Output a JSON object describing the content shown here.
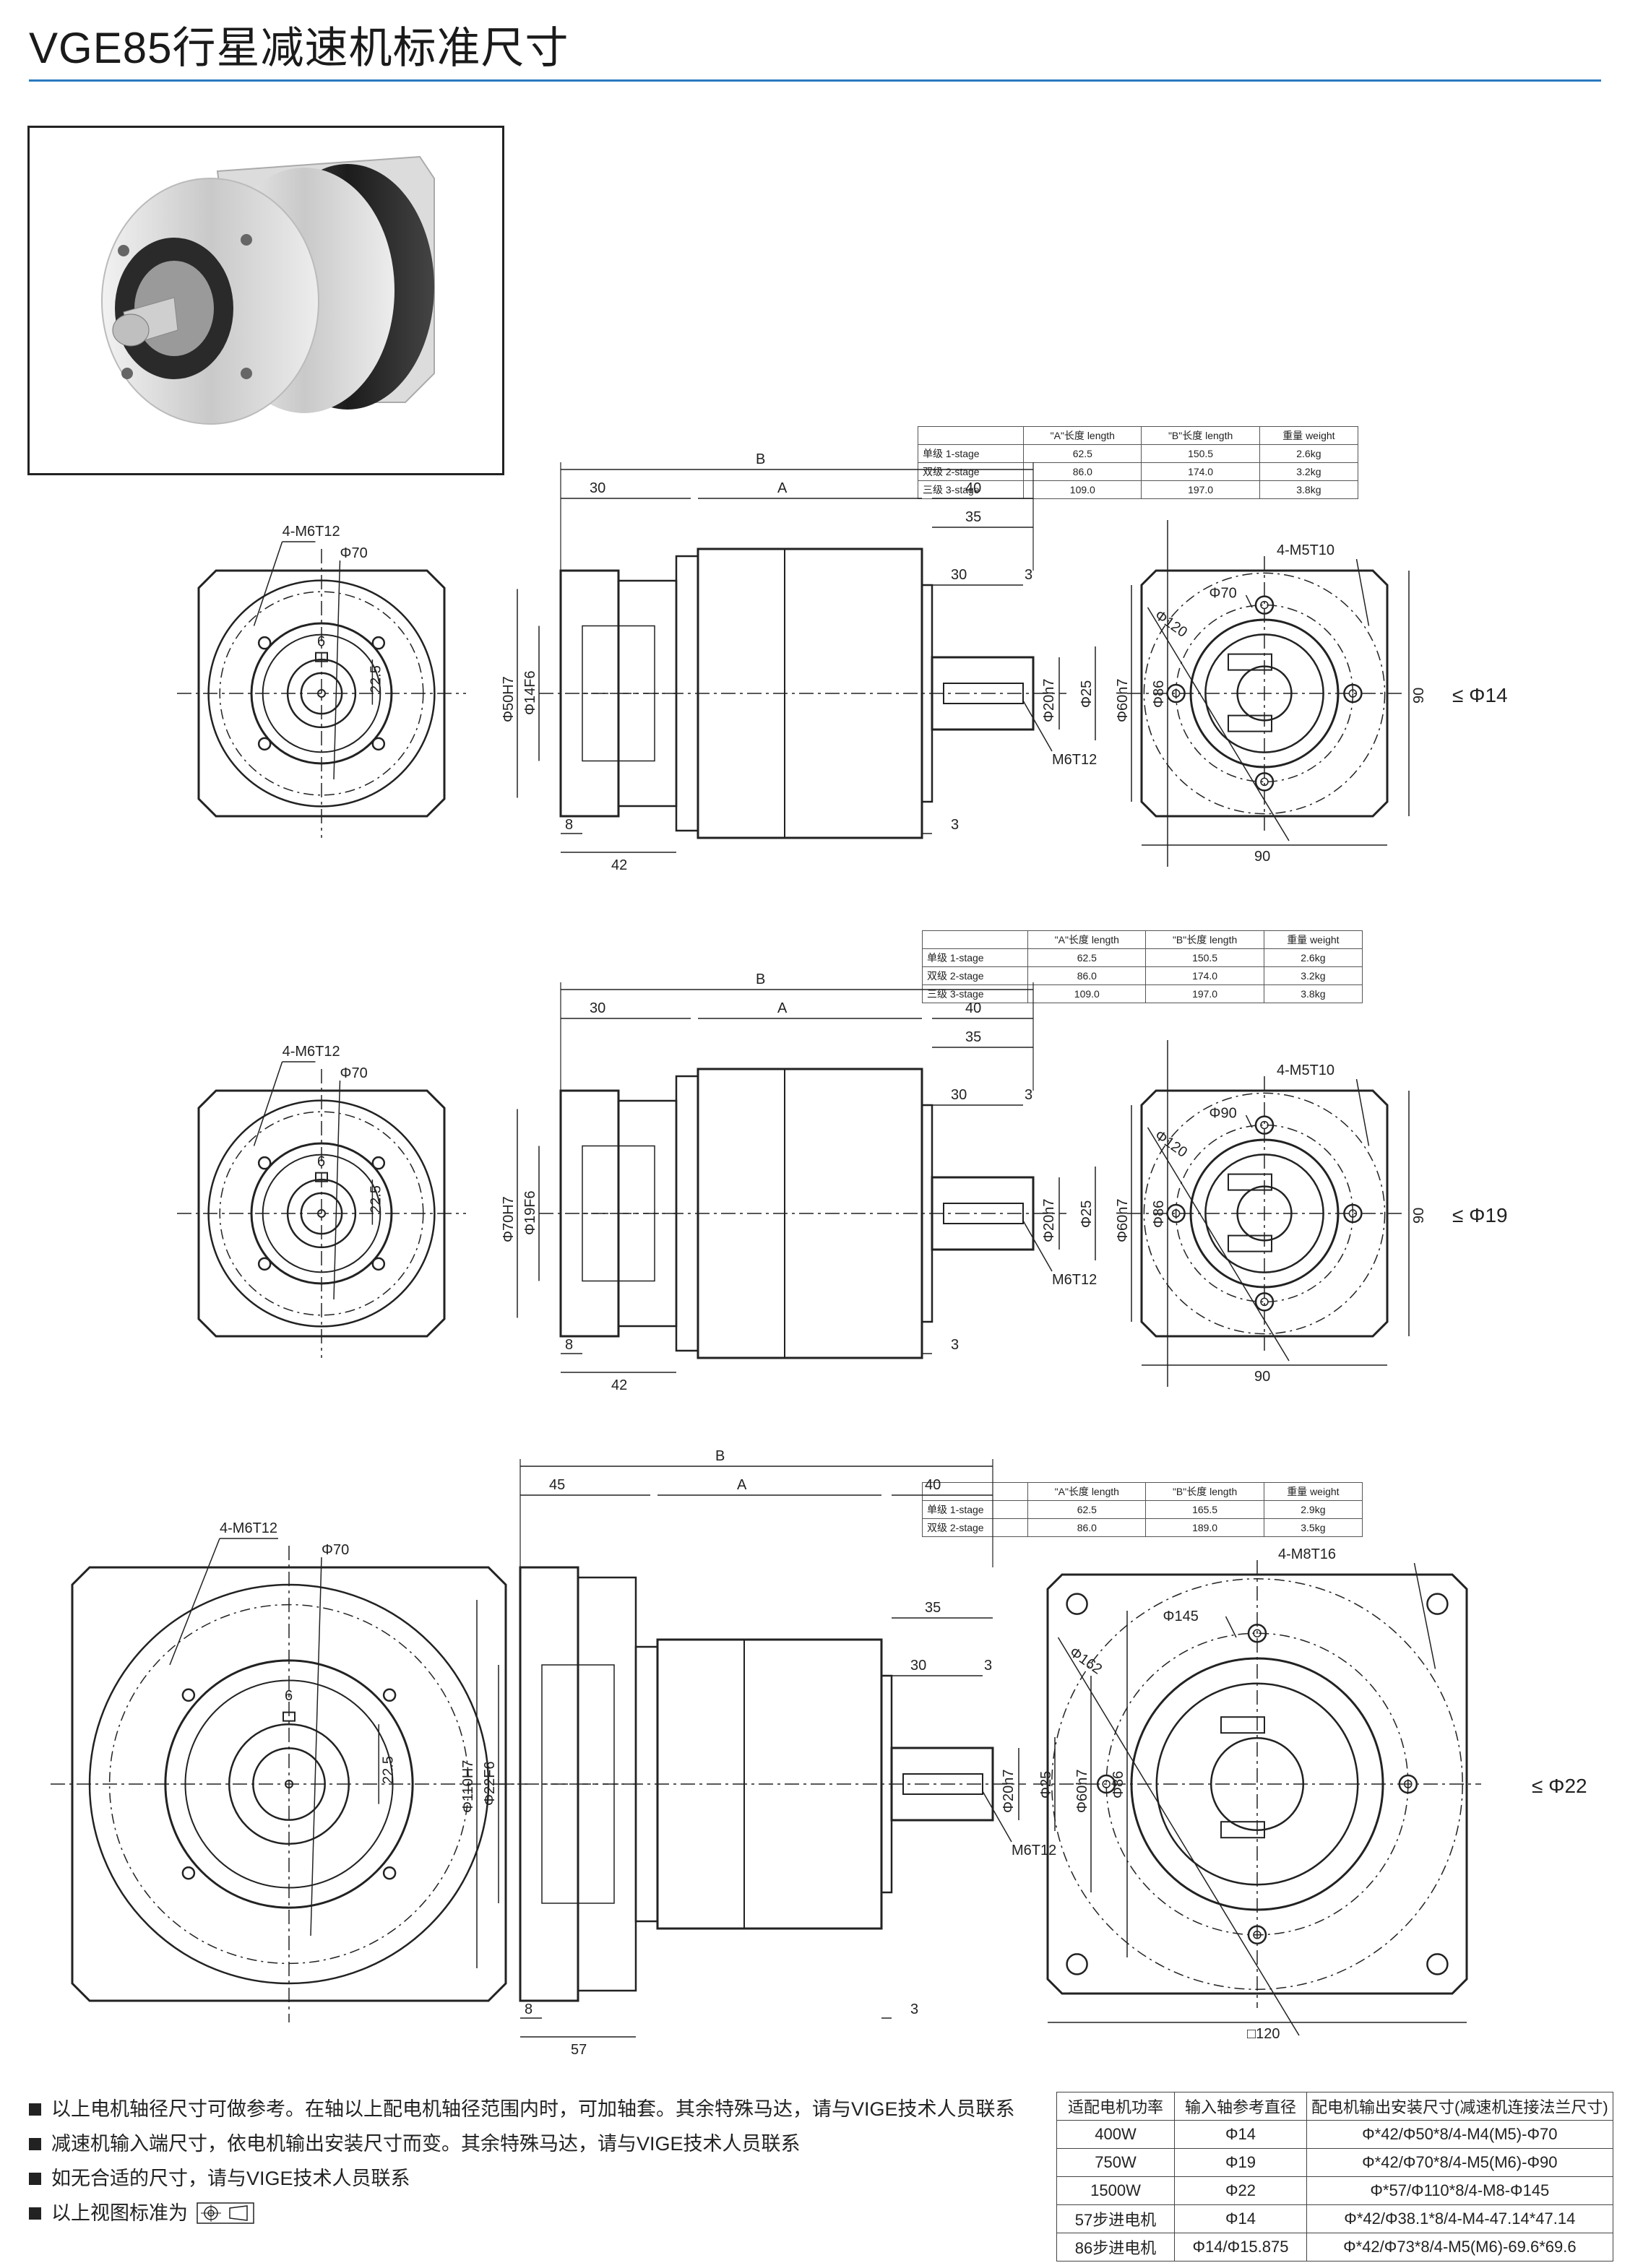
{
  "title": "VGE85行星减速机标准尺寸",
  "sections": [
    {
      "spec_header": [
        "",
        "\"A\"长度 length",
        "\"B\"长度 length",
        "重量 weight"
      ],
      "spec_rows": [
        [
          "单级 1-stage",
          "62.5",
          "150.5",
          "2.6kg"
        ],
        [
          "双级 2-stage",
          "86.0",
          "174.0",
          "3.2kg"
        ],
        [
          "三级 3-stage",
          "109.0",
          "197.0",
          "3.8kg"
        ]
      ],
      "front": {
        "holes": "4-M6T12",
        "pcd": "Φ70",
        "key": "6",
        "dim": "22.5"
      },
      "side": {
        "b": "B",
        "a": "A",
        "d30": "30",
        "d40": "40",
        "d35": "35",
        "d30b": "30",
        "d3": "3",
        "d8": "8",
        "d42": "42",
        "d3b": "3",
        "d_bore": "Φ50H7",
        "d_in": "Φ14F6",
        "d_shaft": "Φ20h7",
        "d25": "Φ25",
        "d60": "Φ60h7",
        "d86": "Φ86",
        "thread": "M6T12"
      },
      "rear": {
        "holes": "4-M5T10",
        "pcd": "Φ70",
        "diag": "Φ120",
        "w": "90",
        "h": "90"
      },
      "shaft_note": "≤ Φ14"
    },
    {
      "spec_header": [
        "",
        "\"A\"长度 length",
        "\"B\"长度 length",
        "重量 weight"
      ],
      "spec_rows": [
        [
          "单级 1-stage",
          "62.5",
          "150.5",
          "2.6kg"
        ],
        [
          "双级 2-stage",
          "86.0",
          "174.0",
          "3.2kg"
        ],
        [
          "三级 3-stage",
          "109.0",
          "197.0",
          "3.8kg"
        ]
      ],
      "front": {
        "holes": "4-M6T12",
        "pcd": "Φ70",
        "key": "6",
        "dim": "22.5"
      },
      "side": {
        "b": "B",
        "a": "A",
        "d30": "30",
        "d40": "40",
        "d35": "35",
        "d30b": "30",
        "d3": "3",
        "d8": "8",
        "d42": "42",
        "d3b": "3",
        "d_bore": "Φ70H7",
        "d_in": "Φ19F6",
        "d_shaft": "Φ20h7",
        "d25": "Φ25",
        "d60": "Φ60h7",
        "d86": "Φ86",
        "thread": "M6T12"
      },
      "rear": {
        "holes": "4-M5T10",
        "pcd": "Φ90",
        "diag": "Φ120",
        "w": "90",
        "h": "90"
      },
      "shaft_note": "≤ Φ19"
    },
    {
      "spec_header": [
        "",
        "\"A\"长度 length",
        "\"B\"长度 length",
        "重量 weight"
      ],
      "spec_rows": [
        [
          "单级 1-stage",
          "62.5",
          "165.5",
          "2.9kg"
        ],
        [
          "双级 2-stage",
          "86.0",
          "189.0",
          "3.5kg"
        ]
      ],
      "front": {
        "holes": "4-M6T12",
        "pcd": "Φ70",
        "key": "6",
        "dim": "22.5"
      },
      "side": {
        "b": "B",
        "a": "A",
        "d30": "45",
        "d40": "40",
        "d35": "35",
        "d30b": "30",
        "d3": "3",
        "d8": "8",
        "d42": "57",
        "d3b": "3",
        "d_bore": "Φ110H7",
        "d_in": "Φ22F6",
        "d_shaft": "Φ20h7",
        "d25": "Φ25",
        "d60": "Φ60h7",
        "d86": "Φ86",
        "thread": "M6T12"
      },
      "rear": {
        "holes": "4-M8T16",
        "pcd": "Φ145",
        "diag": "Φ162",
        "w": "□120",
        "h": ""
      },
      "shaft_note": "≤ Φ22"
    }
  ],
  "notes": [
    "以上电机轴径尺寸可做参考。在轴以上配电机轴径范围内时，可加轴套。其余特殊马达，请与VIGE技术人员联系",
    "减速机输入端尺寸，依电机输出安装尺寸而变。其余特殊马达，请与VIGE技术人员联系",
    "如无合适的尺寸，请与VIGE技术人员联系",
    "以上视图标准为"
  ],
  "motor_table": {
    "header": [
      "适配电机功率",
      "输入轴参考直径",
      "配电机输出安装尺寸(减速机连接法兰尺寸)"
    ],
    "rows": [
      [
        "400W",
        "Φ14",
        "Φ*42/Φ50*8/4-M4(M5)-Φ70"
      ],
      [
        "750W",
        "Φ19",
        "Φ*42/Φ70*8/4-M5(M6)-Φ90"
      ],
      [
        "1500W",
        "Φ22",
        "Φ*57/Φ110*8/4-M8-Φ145"
      ],
      [
        "57步进电机",
        "Φ14",
        "Φ*42/Φ38.1*8/4-M4-47.14*47.14"
      ],
      [
        "86步进电机",
        "Φ14/Φ15.875",
        "Φ*42/Φ73*8/4-M5(M6)-69.6*69.6"
      ]
    ]
  }
}
